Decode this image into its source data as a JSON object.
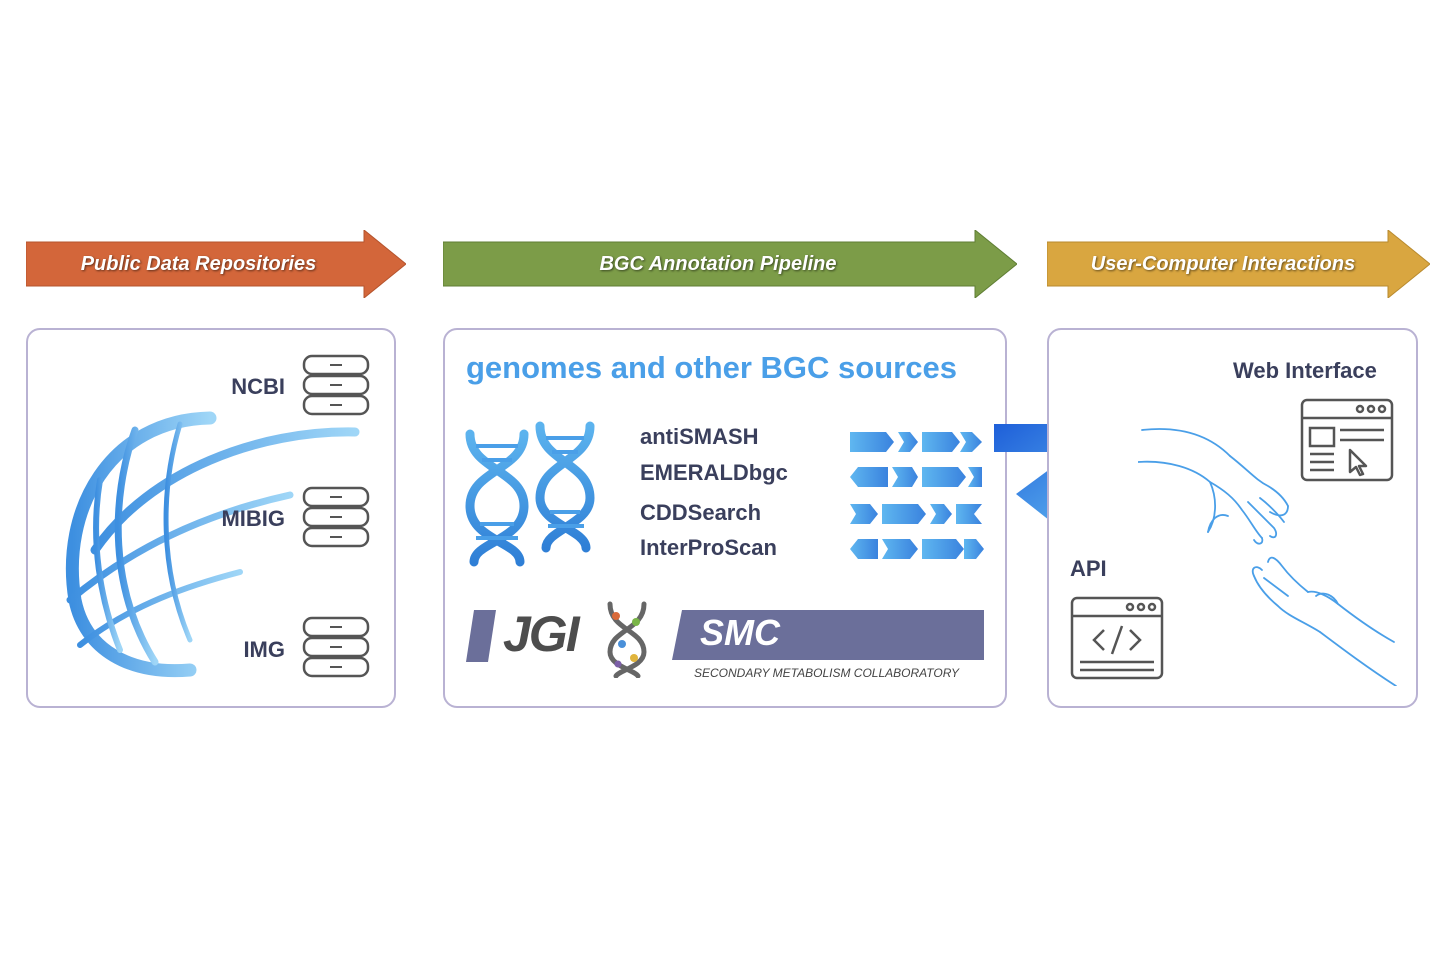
{
  "stages": [
    {
      "label": "Public Data Repositories",
      "color": "#d3663a"
    },
    {
      "label": "BGC Annotation Pipeline",
      "color": "#7c9c48"
    },
    {
      "label": "User-Computer Interactions",
      "color": "#d9a640"
    }
  ],
  "repositories": {
    "items": [
      "NCBI",
      "MIBIG",
      "IMG"
    ],
    "icon": "database-icon",
    "decoration": "globe-icon"
  },
  "pipeline": {
    "heading": "genomes and other BGC sources",
    "heading_color": "#4a9fe8",
    "tools": [
      "antiSMASH",
      "EMERALDbgc",
      "CDDSearch",
      "InterProScan"
    ],
    "icons": [
      "dna-helix-icon",
      "gene-cluster-icon"
    ],
    "logos": {
      "jgi": "JGI",
      "smc": "SMC",
      "smc_subtitle": "SECONDARY METABOLISM COLLABORATORY"
    }
  },
  "interactions": {
    "web_label": "Web Interface",
    "api_label": "API",
    "icons": [
      "browser-window-icon",
      "code-window-icon",
      "reaching-hands-icon",
      "return-arrow-icon"
    ]
  }
}
